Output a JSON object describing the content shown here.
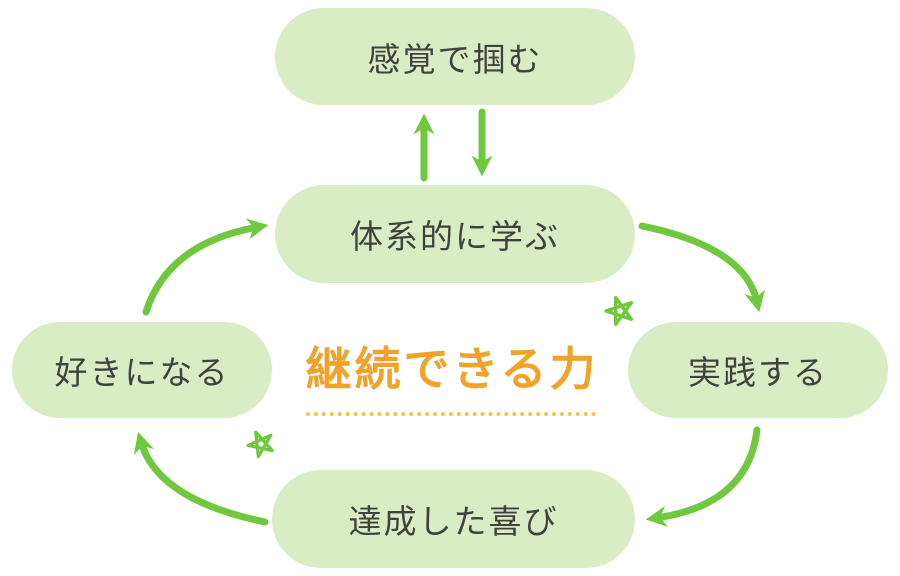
{
  "diagram": {
    "center_title": "継続できる力",
    "nodes": {
      "sense": "感覚で掴む",
      "learn": "体系的に学ぶ",
      "practice": "実践する",
      "achieve": "達成した喜び",
      "like": "好きになる"
    },
    "cycle_order": [
      "体系的に学ぶ",
      "実践する",
      "達成した喜び",
      "好きになる"
    ],
    "two_way_link": [
      "感覚で掴む",
      "体系的に学ぶ"
    ],
    "colors": {
      "pill_fill": "#d9edc5",
      "arrow_green": "#6fc83e",
      "text_dark": "#3e433e",
      "title_orange": "#f0a328",
      "dots_yellow": "#f5c63f",
      "background": "#ffffff"
    },
    "icons": [
      "sparkle-star-icon",
      "sparkle-star-icon"
    ]
  }
}
